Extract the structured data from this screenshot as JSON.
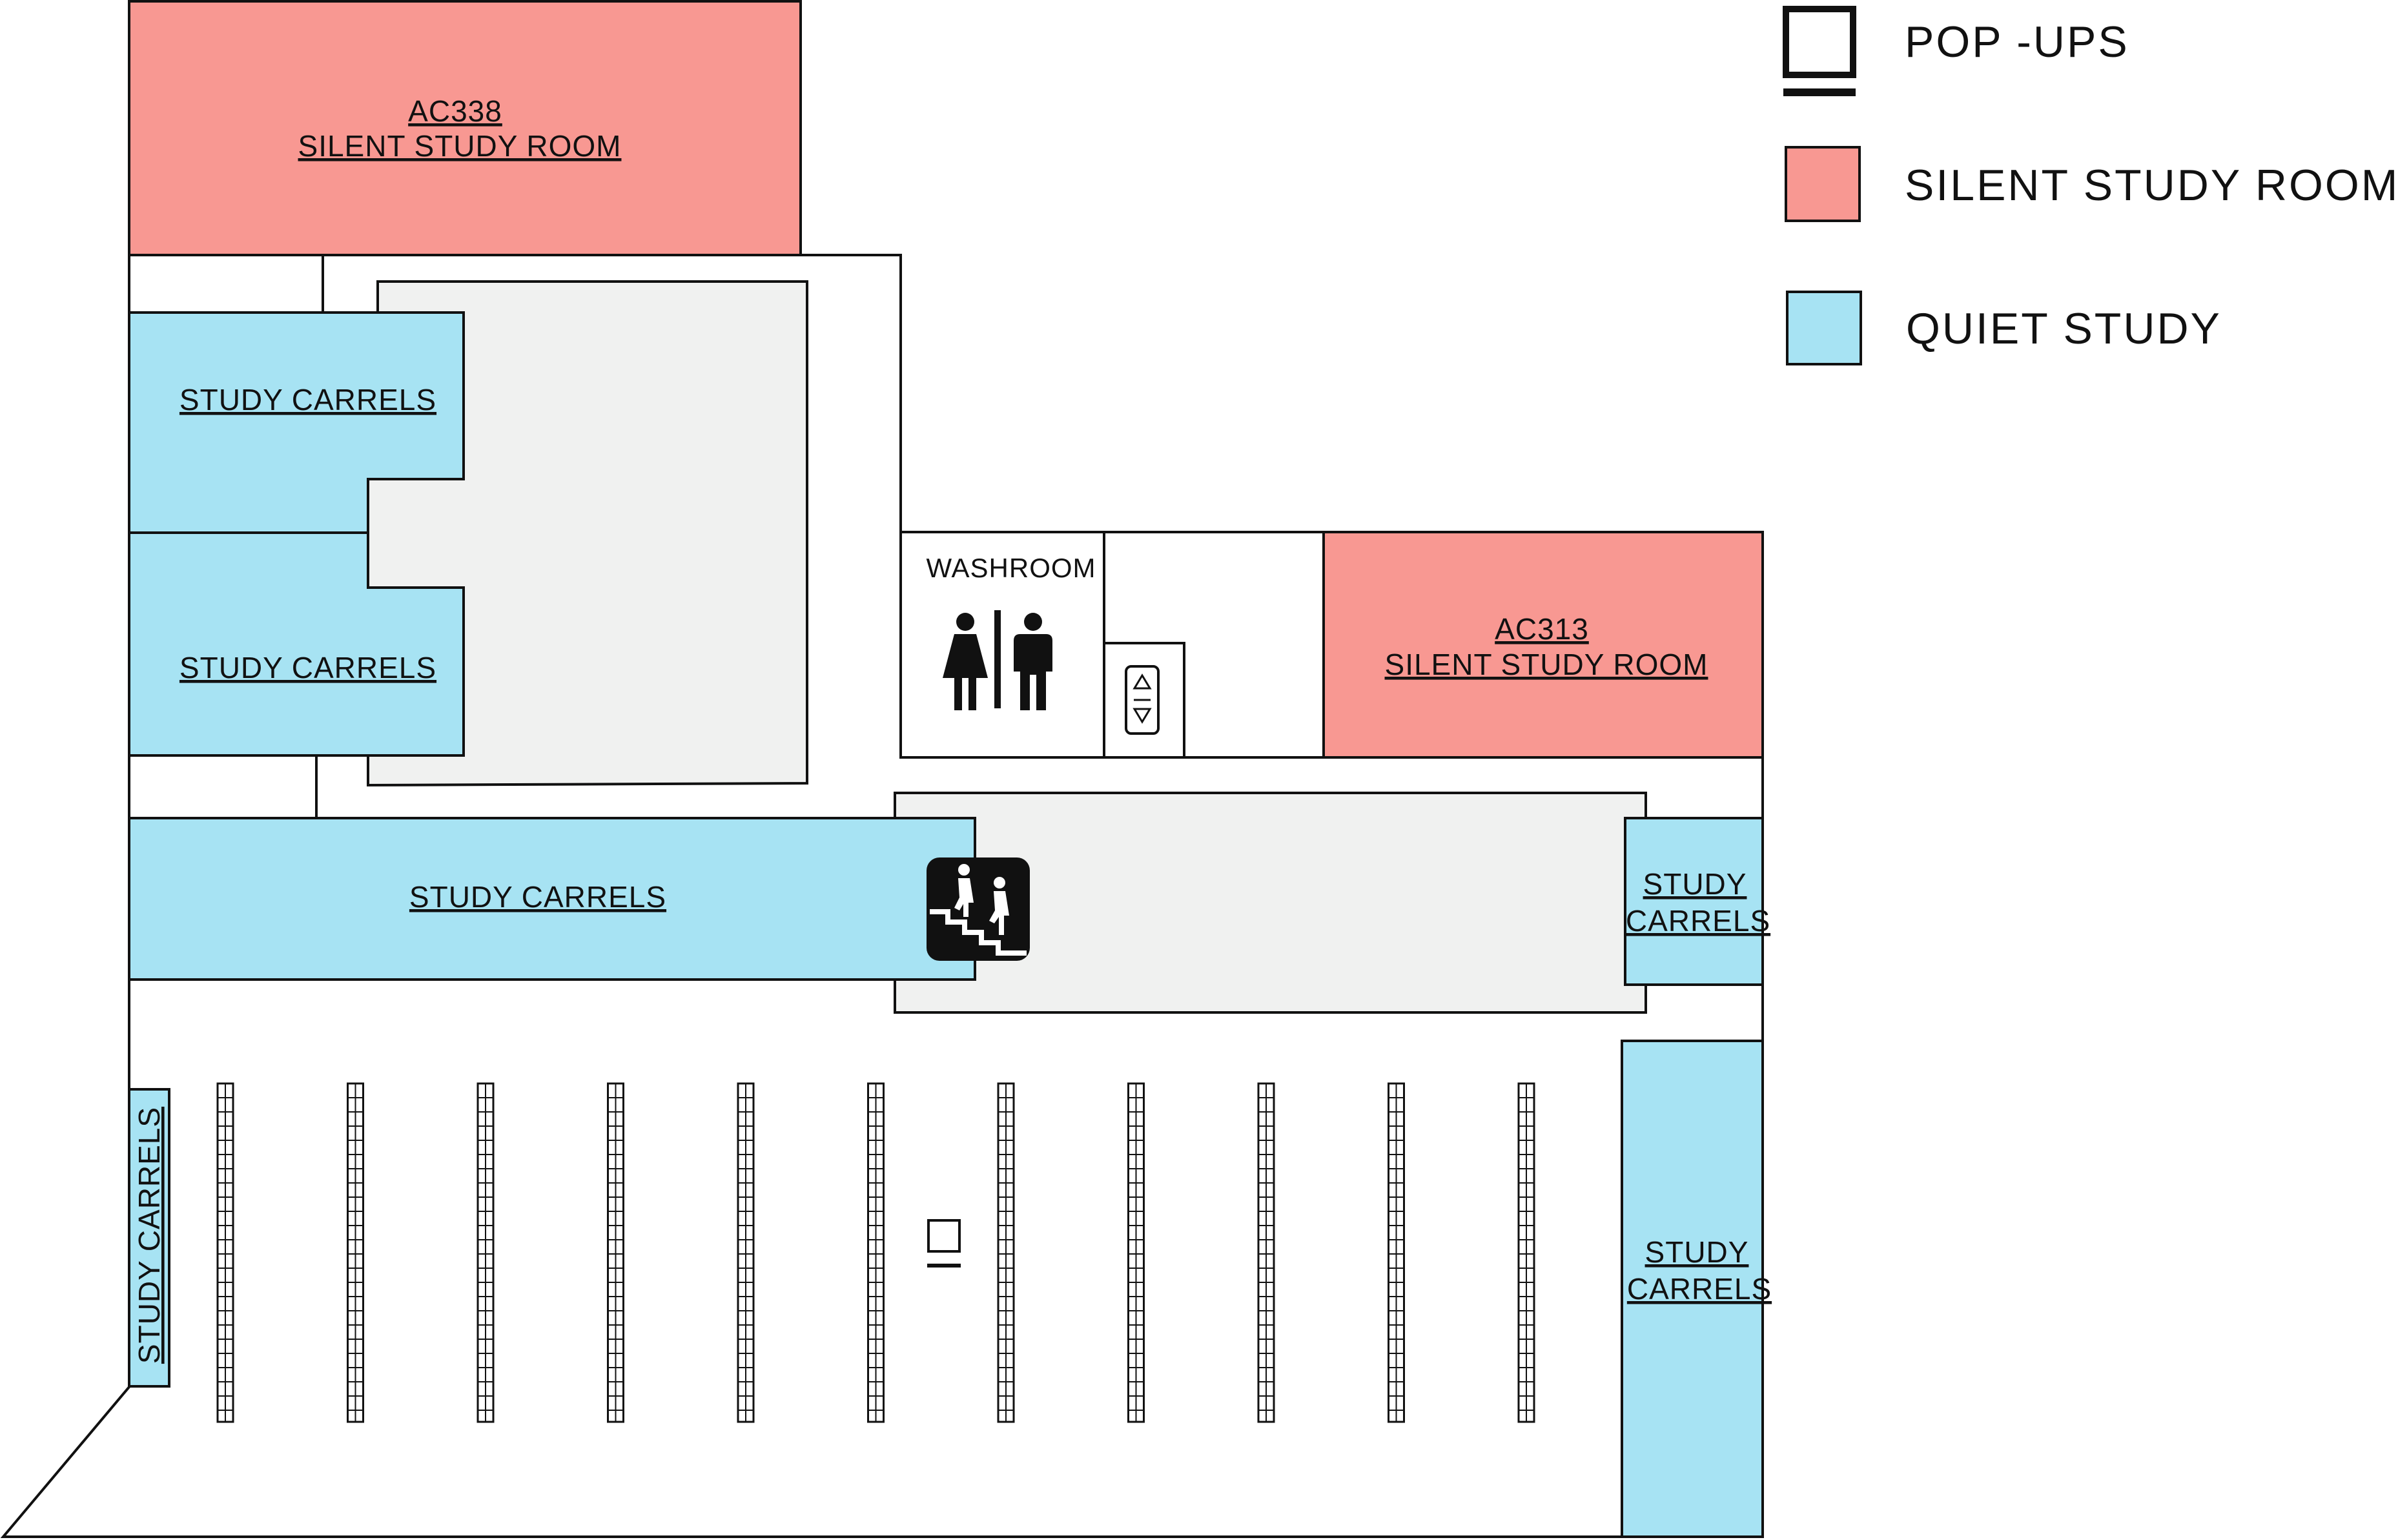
{
  "colors": {
    "silent_study": "#F89892",
    "quiet_study": "#A7E3F3",
    "open_area": "#F0F1F0",
    "outline": "#111111",
    "background": "#FFFFFF"
  },
  "legend": {
    "popups": {
      "label": "POP -UPS",
      "icon": "popup-station-icon"
    },
    "silent": {
      "label": "SILENT STUDY ROOMS"
    },
    "quiet": {
      "label": "QUIET STUDY"
    }
  },
  "rooms": {
    "ac338": {
      "code": "AC338 ",
      "name": "SILENT STUDY ROOM"
    },
    "ac313": {
      "code": "AC313",
      "name": "SILENT STUDY ROOM"
    },
    "washroom": {
      "label": "WASHROOM",
      "icon": "washroom-icon"
    },
    "elevator": {
      "icon": "elevator-icon"
    },
    "stairs": {
      "icon": "stairs-icon"
    },
    "popup_marker": {
      "icon": "popup-station-icon"
    }
  },
  "carrels": {
    "upper_left": "STUDY CARRELS",
    "middle_left": "STUDY CARRELS",
    "long_band": "STUDY CARRELS",
    "right_small": [
      "STUDY",
      "CARRELS"
    ],
    "right_tall": [
      "STUDY",
      "CARRELS"
    ],
    "left_vertical": "STUDY CARRELS"
  },
  "shelving": {
    "rows": 11,
    "icon": "bookshelf-icon"
  }
}
